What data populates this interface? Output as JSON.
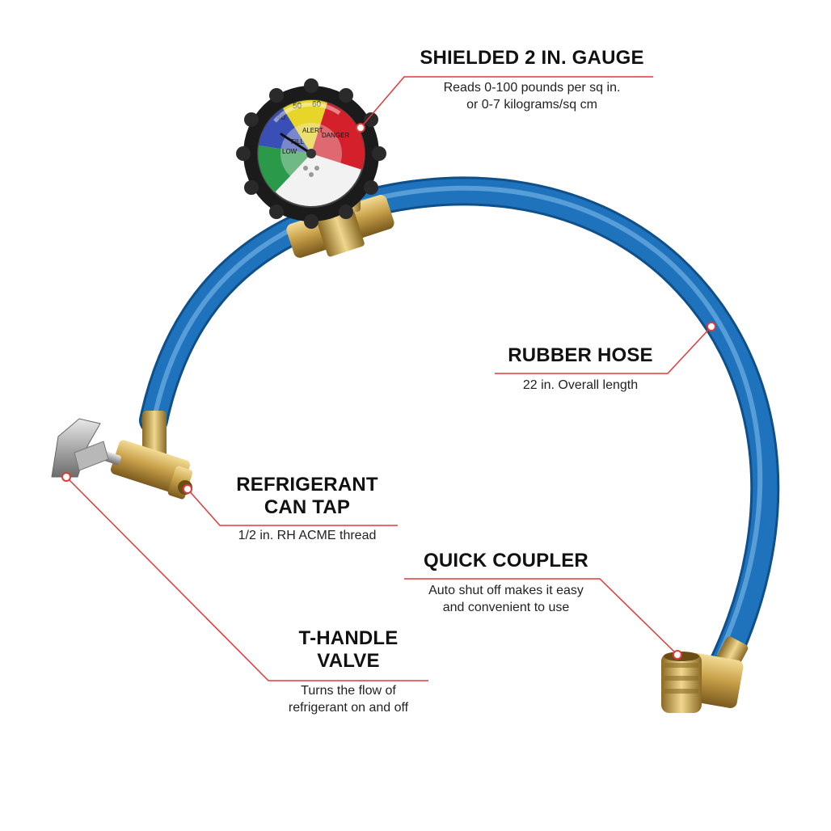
{
  "callouts": {
    "gauge": {
      "title": "SHIELDED 2 IN. GAUGE",
      "desc_1": "Reads 0-100 pounds per sq in.",
      "desc_2": "or 0-7 kilograms/sq cm"
    },
    "hose": {
      "title": "RUBBER HOSE",
      "desc_1": "22 in. Overall length"
    },
    "can_tap": {
      "title_1": "REFRIGERANT",
      "title_2": "CAN TAP",
      "desc_1": "1/2 in. RH ACME thread"
    },
    "coupler": {
      "title": "QUICK COUPLER",
      "desc_1": "Auto shut off makes it easy",
      "desc_2": "and convenient to use"
    },
    "valve": {
      "title_1": "T-HANDLE",
      "title_2": "VALVE",
      "desc_1": "Turns the flow of",
      "desc_2": "refrigerant on and off"
    }
  },
  "gauge_dial": {
    "tick_labels": [
      "40",
      "50",
      "60"
    ],
    "zone_words": [
      "LOW",
      "FILL",
      "ALERT",
      "DANGER"
    ]
  },
  "colors": {
    "hose_blue": "#1f73bd",
    "brass": "#c9a14a",
    "leader_red": "#e03a3a",
    "gauge_blue": "#3a4fb5",
    "gauge_yellow": "#e8d52a",
    "gauge_red": "#d3202b",
    "gauge_green": "#2a9a4a"
  }
}
